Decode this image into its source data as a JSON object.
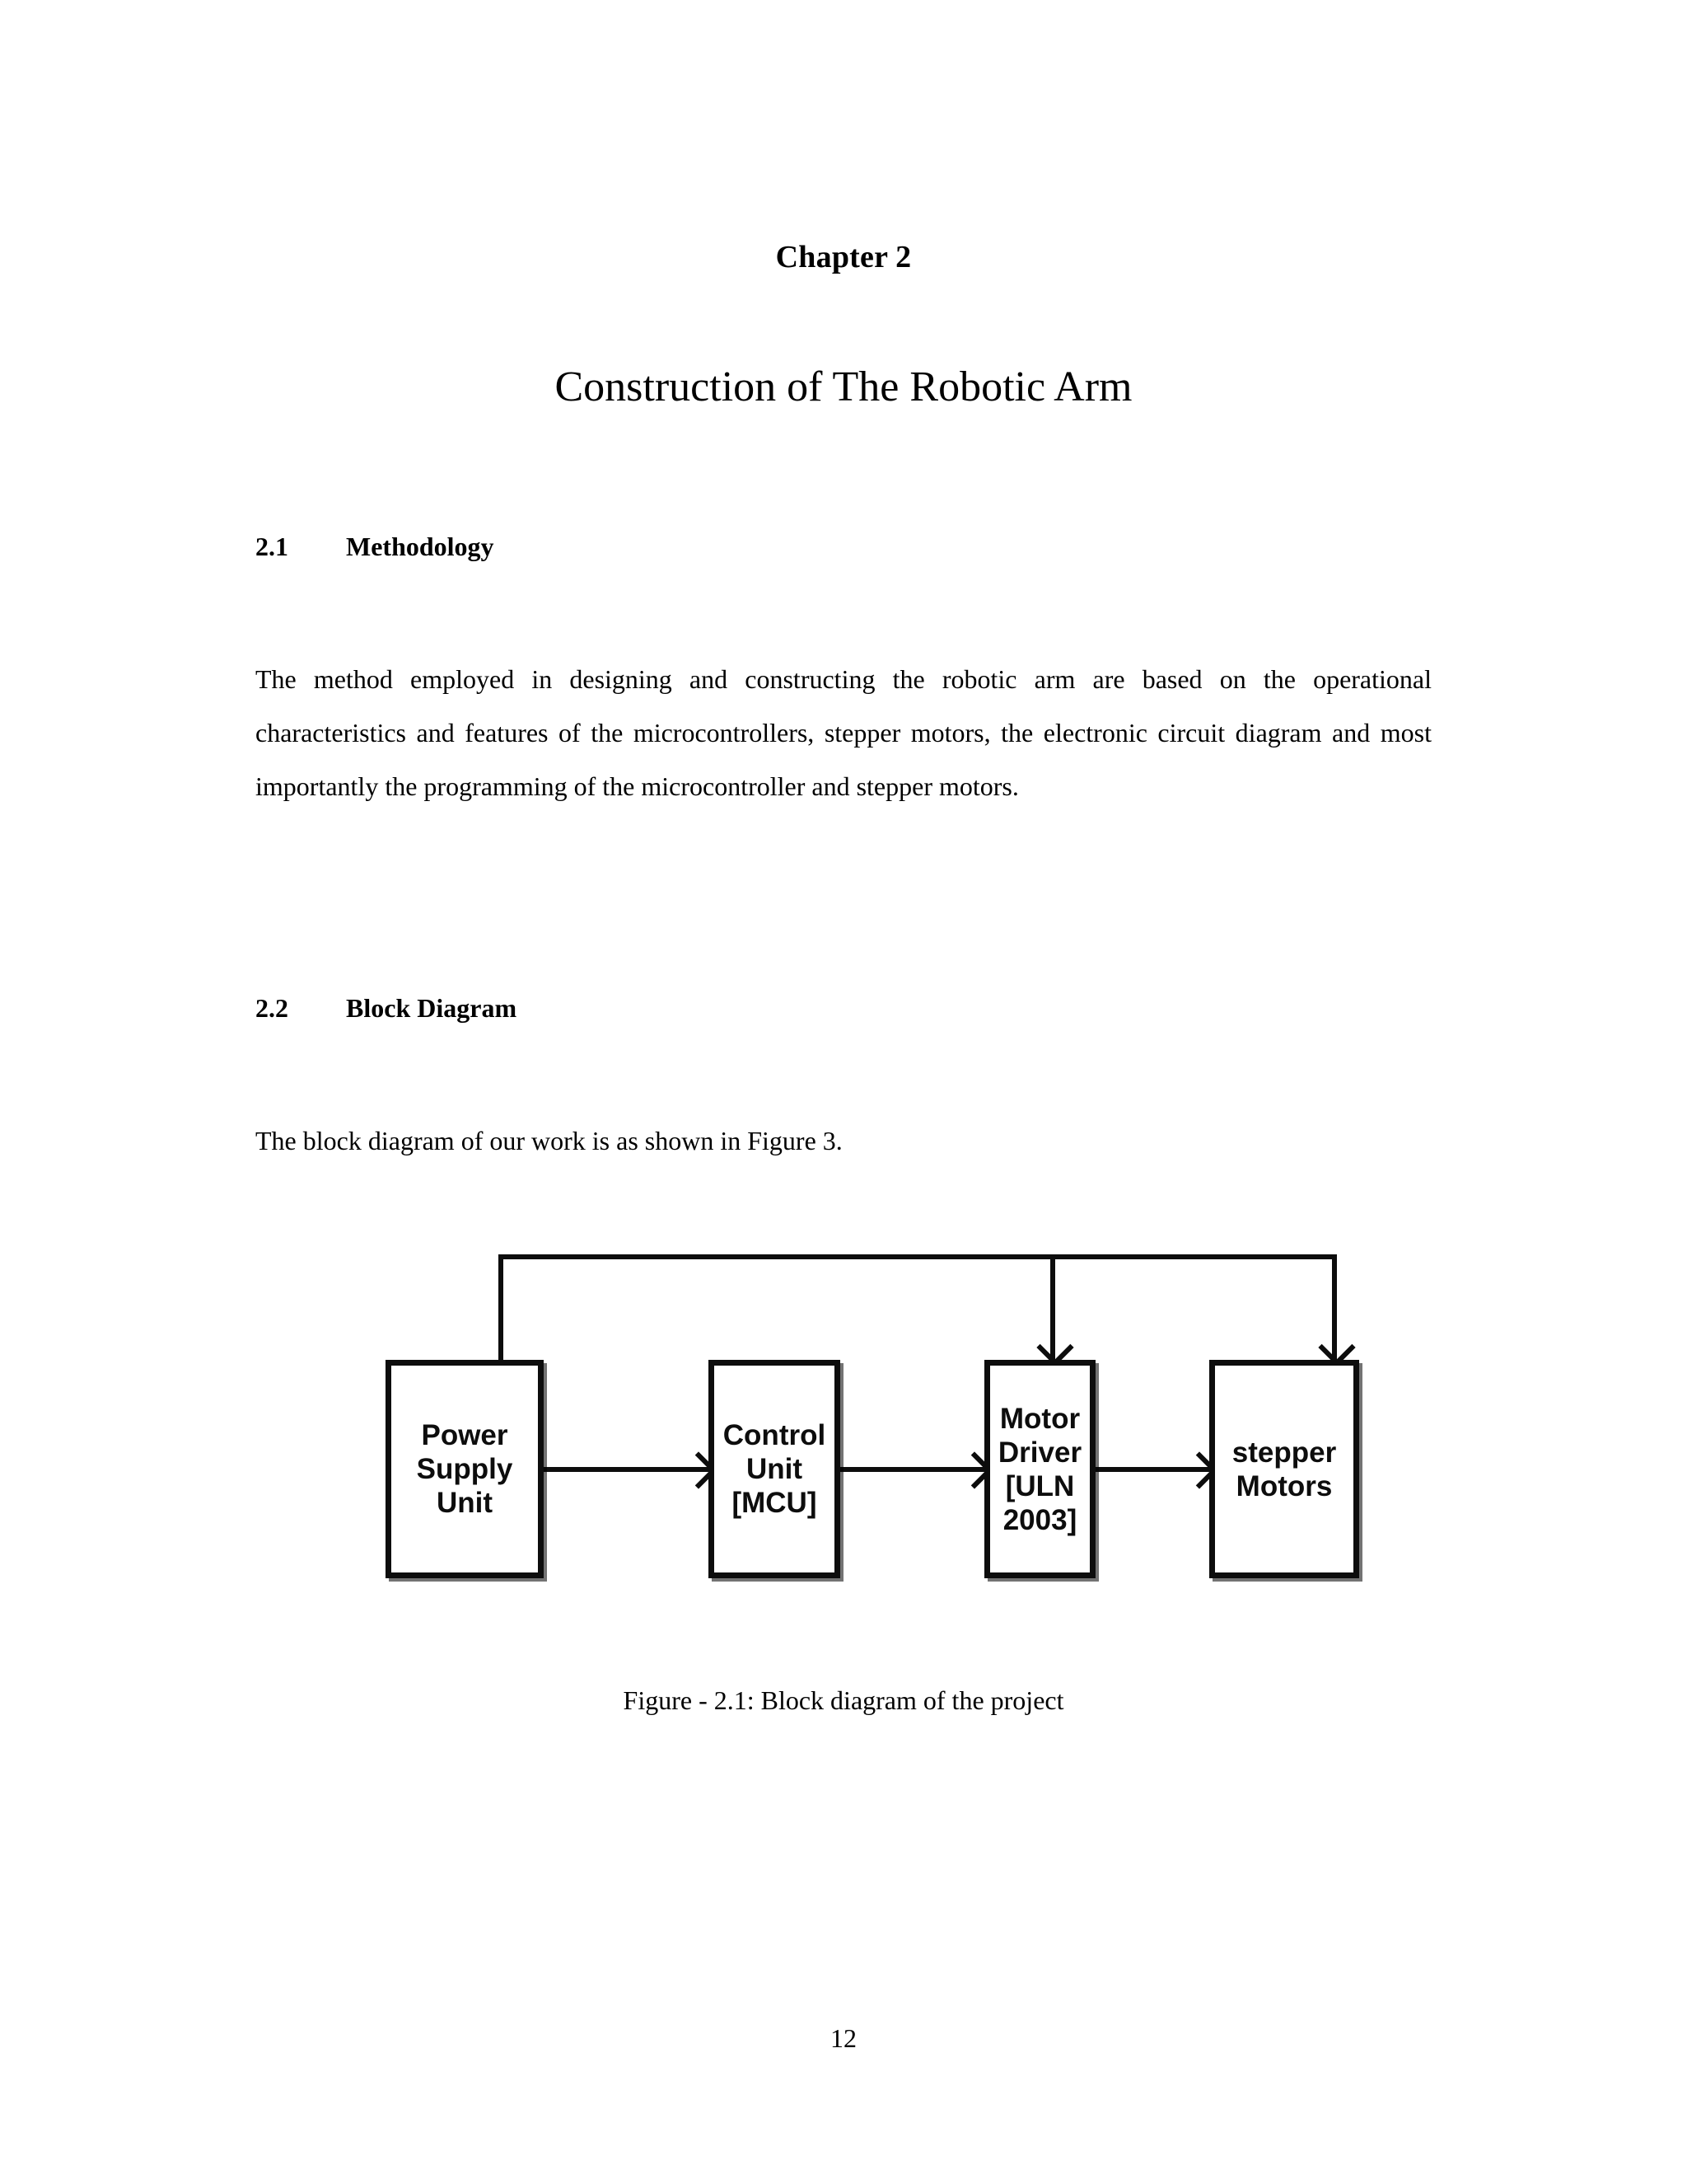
{
  "document": {
    "chapter_label": "Chapter 2",
    "chapter_title": "Construction of The Robotic Arm",
    "page_number": "12"
  },
  "sections": [
    {
      "number": "2.1",
      "title": "Methodology",
      "paragraph": "The method employed in designing and constructing the robotic arm are based on the operational characteristics and features of the microcontrollers, stepper motors, the electronic circuit diagram and most importantly the programming of the microcontroller and stepper motors."
    },
    {
      "number": "2.2",
      "title": "Block Diagram",
      "paragraph": "The block diagram of our work is as shown in Figure 3."
    }
  ],
  "figure": {
    "caption": "Figure - 2.1: Block diagram of the project",
    "blocks": [
      {
        "id": "power-supply-unit",
        "lines": [
          "Power",
          "Supply",
          "Unit"
        ]
      },
      {
        "id": "control-unit",
        "lines": [
          "Control",
          "Unit",
          "[MCU]"
        ]
      },
      {
        "id": "motor-driver",
        "lines": [
          "Motor",
          "Driver",
          "[ULN",
          "2003]"
        ]
      },
      {
        "id": "stepper-motors",
        "lines": [
          "stepper",
          "Motors"
        ]
      }
    ],
    "connections": [
      {
        "from": "power-supply-unit",
        "to": "control-unit",
        "kind": "arrow-right"
      },
      {
        "from": "control-unit",
        "to": "motor-driver",
        "kind": "arrow-right"
      },
      {
        "from": "motor-driver",
        "to": "stepper-motors",
        "kind": "arrow-right"
      },
      {
        "from": "power-supply-unit",
        "to": "motor-driver",
        "kind": "power-bus-arrow-down"
      },
      {
        "from": "power-supply-unit",
        "to": "stepper-motors",
        "kind": "power-bus-arrow-down"
      }
    ],
    "colors": {
      "stroke": "#0d0d0d",
      "fill": "#ffffff"
    }
  }
}
